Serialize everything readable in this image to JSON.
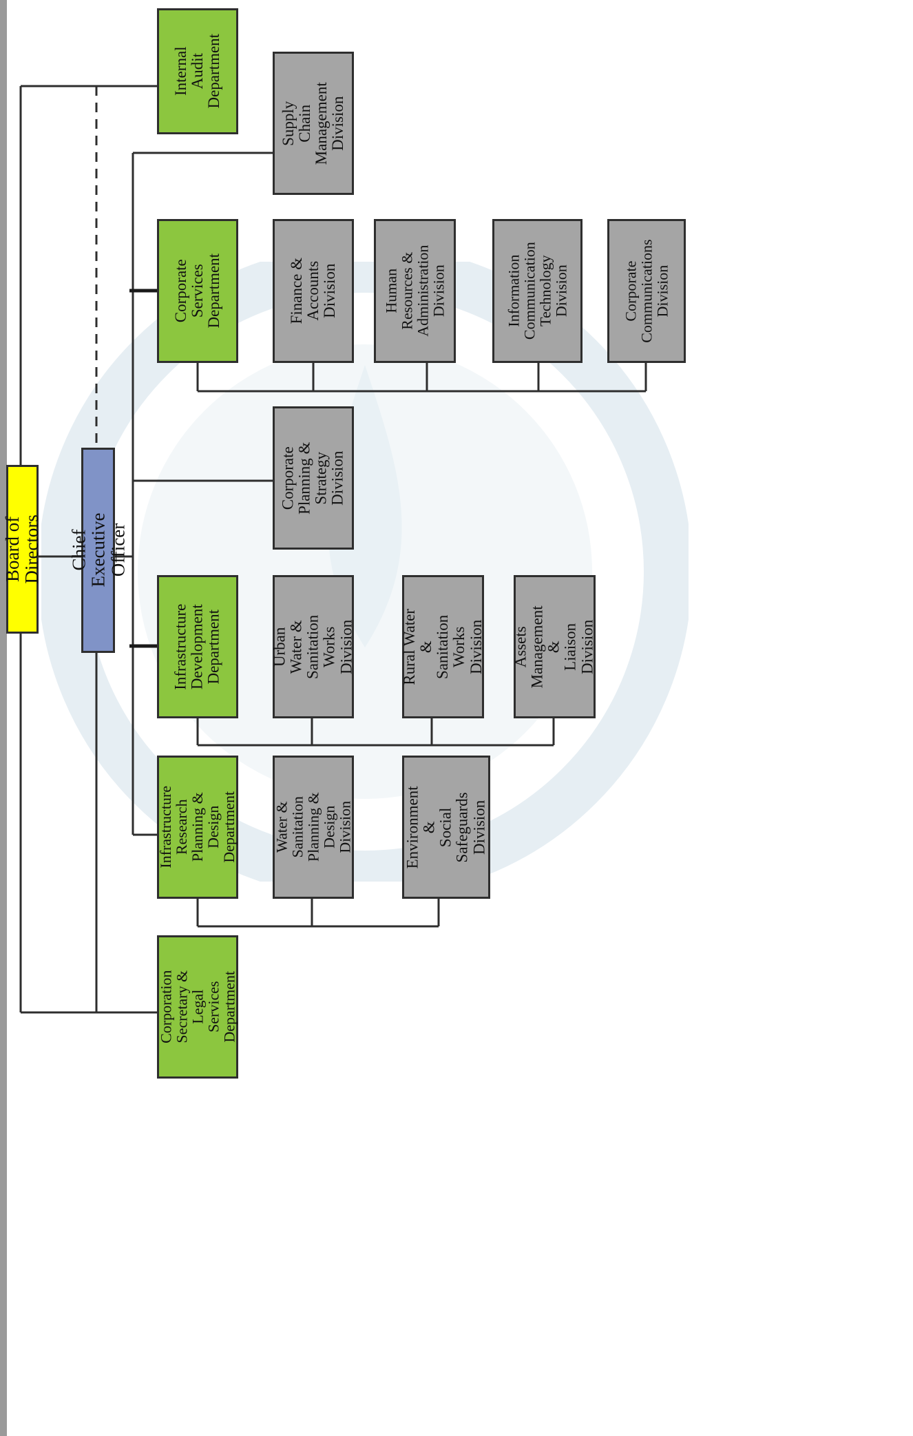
{
  "org_chart": {
    "board": "Board of Directors",
    "ceo": "Chief Executive Officer",
    "internal_audit": "Internal Audit\nDepartment",
    "supply_chain": "Supply Chain\nManagement\nDivision",
    "corporate_services": "Corporate Services\nDepartment",
    "finance": "Finance &\nAccounts Division",
    "human_resources": "Human\nResources &\nAdministration\nDivision",
    "ict": "Information\nCommunication\nTechnology\nDivision",
    "corp_comms": "Corporate\nCommunications\nDivision",
    "corp_planning": "Corporate\nPlanning &\nStrategy Division",
    "infra_dev": "Infrastructure\nDevelopment\nDepartment",
    "urban_water": "Urban Water &\nSanitation Works\nDivision",
    "rural_water": "Rural Water &\nSanitation Works\nDivision",
    "assets": "Assets\nManagement &\nLiaison Division",
    "infra_research": "Infrastructure\nResearch\nPlanning & Design\nDepartment",
    "water_planning": "Water &\nSanitation\nPlanning & Design\nDivision",
    "environment": "Environment &\nSocial Safeguards\nDivision",
    "corp_secretary": "Corporation\nSecretary & Legal\nServices\nDepartment"
  },
  "colors": {
    "department": "#8cc63f",
    "division": "#a5a5a5",
    "board": "#ffff00",
    "ceo": "#8093c7",
    "line": "#2e2e2e"
  }
}
